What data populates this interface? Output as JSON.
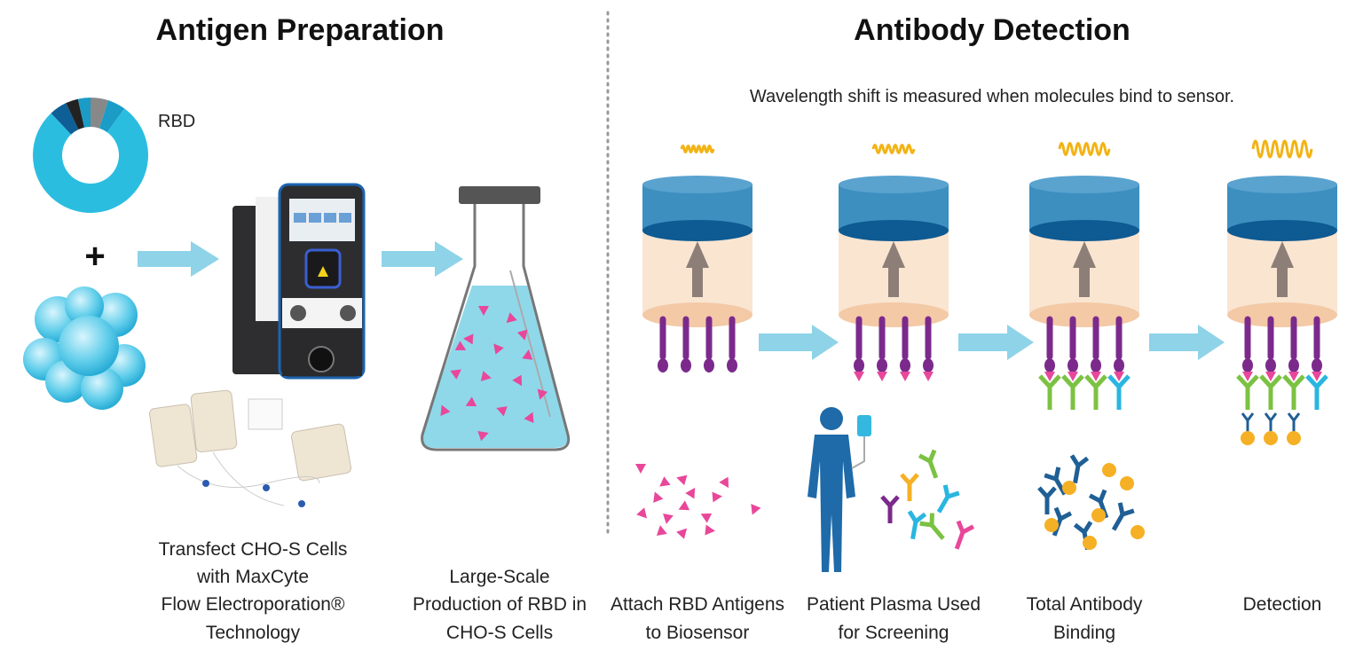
{
  "left": {
    "title": "Antigen Preparation",
    "donut_label": "RBD",
    "plus": "+",
    "step1_lines": [
      "Transfect CHO-S Cells",
      "with MaxCyte",
      "Flow Electroporation®",
      "Technology"
    ],
    "step2_lines": [
      "Large-Scale",
      "Production of RBD in",
      "CHO-S Cells"
    ]
  },
  "right": {
    "title": "Antibody Detection",
    "subtitle": "Wavelength shift is measured when molecules bind to sensor.",
    "steps": [
      {
        "lines": [
          "Attach RBD Antigens",
          "to Biosensor"
        ]
      },
      {
        "lines": [
          "Patient Plasma Used",
          "for Screening"
        ]
      },
      {
        "lines": [
          "Total Antibody",
          "Binding"
        ]
      },
      {
        "lines": [
          "Detection"
        ]
      }
    ]
  },
  "colors": {
    "arrow": "#8fd3e8",
    "cyan": "#2bbde0",
    "sensor_top": "#3d8fc0",
    "sensor_dark": "#0e5a92",
    "sensor_body": "#f8dcc2",
    "purple": "#7b2a8c",
    "pink": "#e8479a",
    "green": "#7cc242",
    "lightblue": "#29b6e0",
    "darkblue": "#1f5f96",
    "gold": "#f5b025",
    "wave": "#f2b315"
  }
}
